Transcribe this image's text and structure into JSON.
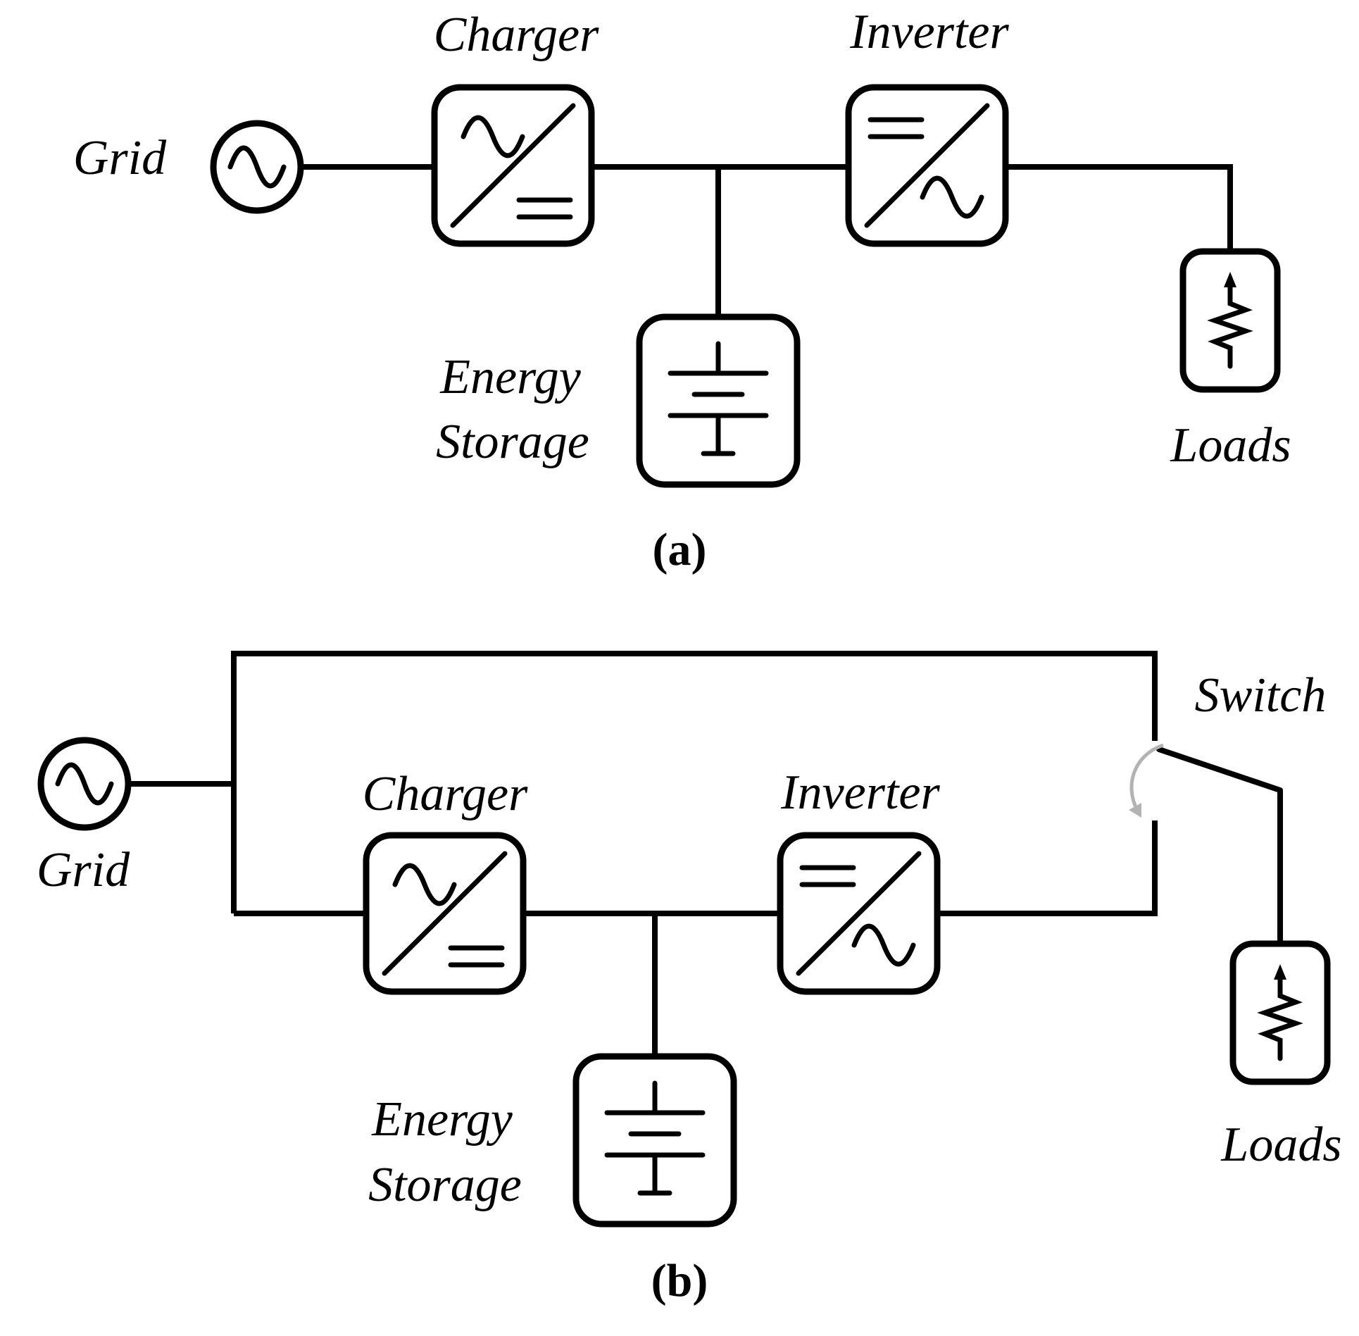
{
  "figure": {
    "caption_a": "(a)",
    "caption_b": "(b)"
  },
  "diagram_a": {
    "grid_label": "Grid",
    "charger_label": "Charger",
    "inverter_label": "Inverter",
    "energy_storage_label_line1": "Energy",
    "energy_storage_label_line2": "Storage",
    "loads_label": "Loads"
  },
  "diagram_b": {
    "grid_label": "Grid",
    "charger_label": "Charger",
    "inverter_label": "Inverter",
    "energy_storage_label_line1": "Energy",
    "energy_storage_label_line2": "Storage",
    "loads_label": "Loads",
    "switch_label": "Switch"
  },
  "colors": {
    "line": "#000000",
    "background": "#ffffff",
    "switch_arrow": "#b3b3b3"
  }
}
